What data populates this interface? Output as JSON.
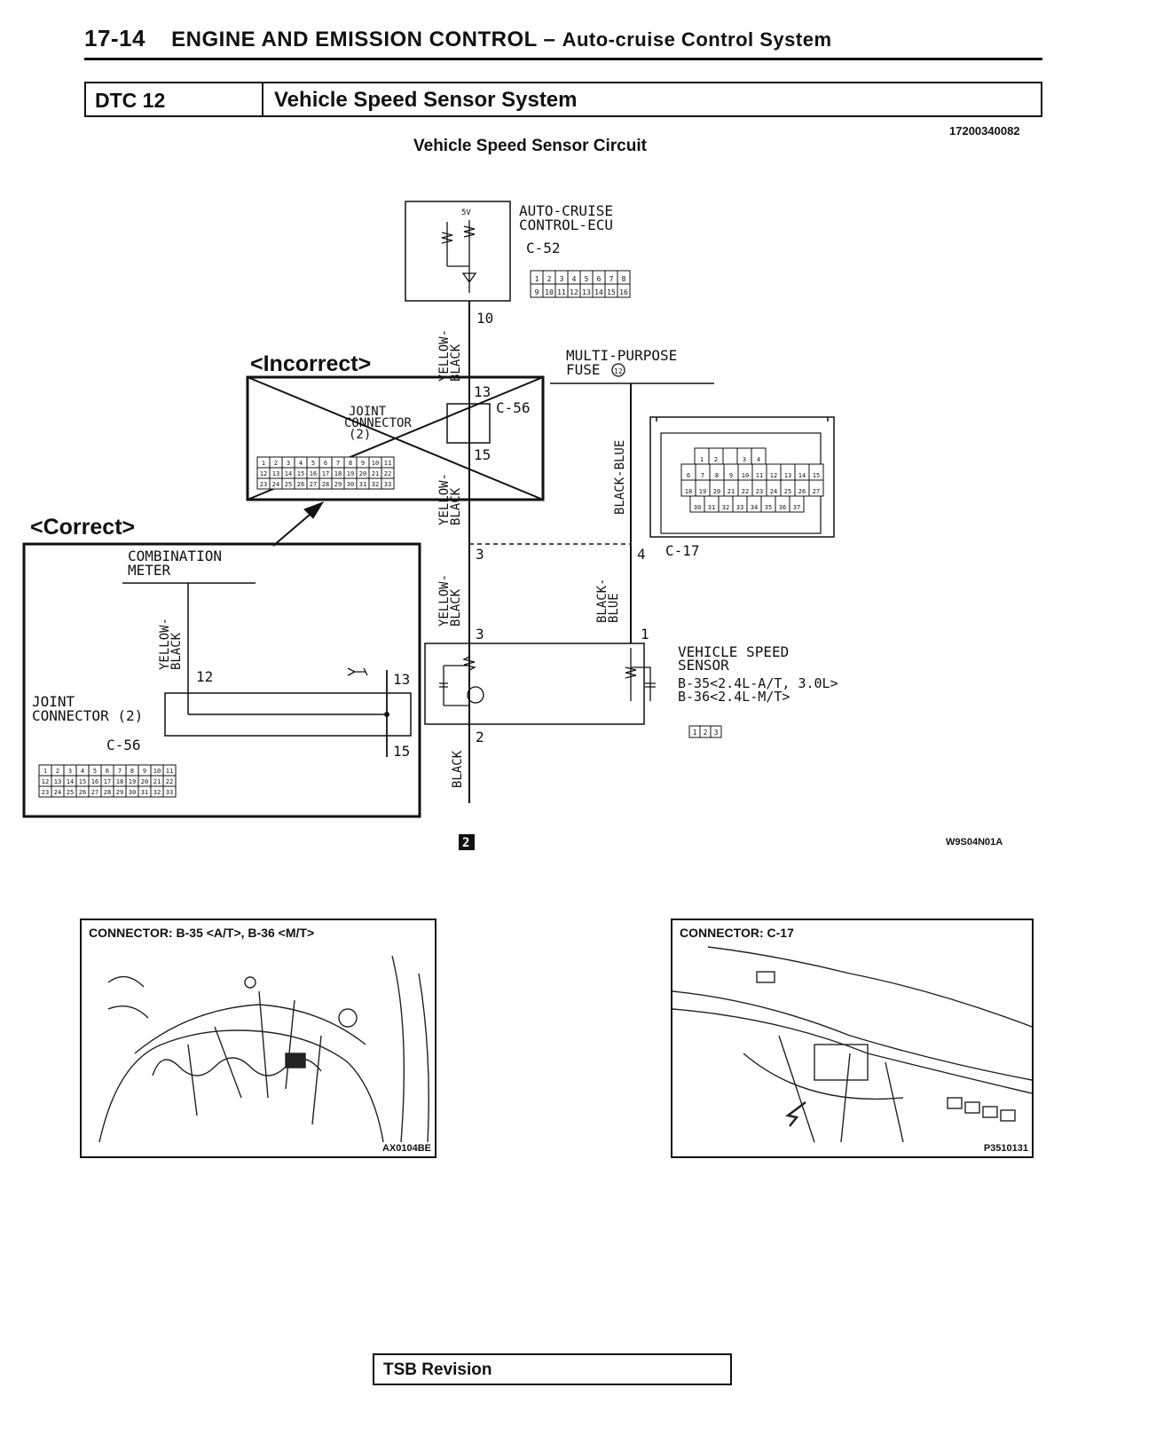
{
  "header": {
    "page_number": "17-14",
    "section": "ENGINE AND EMISSION CONTROL",
    "separator": "–",
    "subsection": "Auto-cruise Control System"
  },
  "dtc": {
    "code": "DTC 12",
    "title": "Vehicle Speed Sensor System"
  },
  "doc_id": "17200340082",
  "diagram": {
    "title": "Vehicle Speed Sensor Circuit",
    "ecu": {
      "name_line1": "AUTO-CRUISE",
      "name_line2": "CONTROL-ECU",
      "connector": "C-52",
      "voltage": "5V",
      "pin_top": [
        "1",
        "2",
        "3",
        "4",
        "5",
        "6",
        "7",
        "8"
      ],
      "pin_bottom": [
        "9",
        "10",
        "11",
        "12",
        "13",
        "14",
        "15",
        "16"
      ],
      "terminal": "10"
    },
    "incorrect_label": "<Incorrect>",
    "correct_label": "<Correct>",
    "joint_connector_incorrect": {
      "line1": "JOINT",
      "line2": "CONNECTOR",
      "line3": "(2)",
      "connector": "C-56",
      "terminal_in": "13",
      "terminal_out": "15"
    },
    "wire_top": {
      "line1": "YELLOW-",
      "line2": "BLACK"
    },
    "wire_mid": {
      "line1": "YELLOW-",
      "line2": "BLACK"
    },
    "wire_low": {
      "line1": "YELLOW-",
      "line2": "BLACK"
    },
    "wire_black": "BLACK",
    "fuse": {
      "line1": "MULTI-PURPOSE",
      "line2": "FUSE",
      "number": "12"
    },
    "wire_black_blue_upper": "BLACK-BLUE",
    "wire_black_blue_lower": {
      "line1": "BLACK-",
      "line2": "BLUE"
    },
    "c17": {
      "connector": "C-17",
      "terminal_left": "3",
      "terminal_right": "4"
    },
    "combination_meter": {
      "line1": "COMBINATION",
      "line2": "METER",
      "wire": {
        "line1": "YELLOW-",
        "line2": "BLACK"
      },
      "terminal_12": "12",
      "terminal_13": "13",
      "terminal_15": "15",
      "joint_line1": "JOINT",
      "joint_line2": "CONNECTOR (2)",
      "joint_connector": "C-56"
    },
    "joint_pins": {
      "row1": [
        "1",
        "2",
        "3",
        "4",
        "5",
        "6",
        "7",
        "8",
        "9",
        "10",
        "11"
      ],
      "row2": [
        "12",
        "13",
        "14",
        "15",
        "16",
        "17",
        "18",
        "19",
        "20",
        "21",
        "22"
      ],
      "row3": [
        "23",
        "24",
        "25",
        "26",
        "27",
        "28",
        "29",
        "30",
        "31",
        "32",
        "33"
      ]
    },
    "vss": {
      "line1": "VEHICLE SPEED",
      "line2": "SENSOR",
      "line3": "B-35<2.4L-A/T, 3.0L>",
      "line4": "B-36<2.4L-M/T>",
      "terminal_3": "3",
      "terminal_2": "2",
      "terminal_1": "1",
      "pins": [
        "1",
        "2",
        "3"
      ]
    },
    "ground_ref": "2",
    "code": "W9S04N01A"
  },
  "thumbnails": {
    "left": {
      "label": "CONNECTOR: B-35 <A/T>, B-36 <M/T>",
      "code": "AX0104BE"
    },
    "right": {
      "label": "CONNECTOR: C-17",
      "code": "P3510131"
    }
  },
  "footer": {
    "tsb_label": "TSB Revision"
  }
}
